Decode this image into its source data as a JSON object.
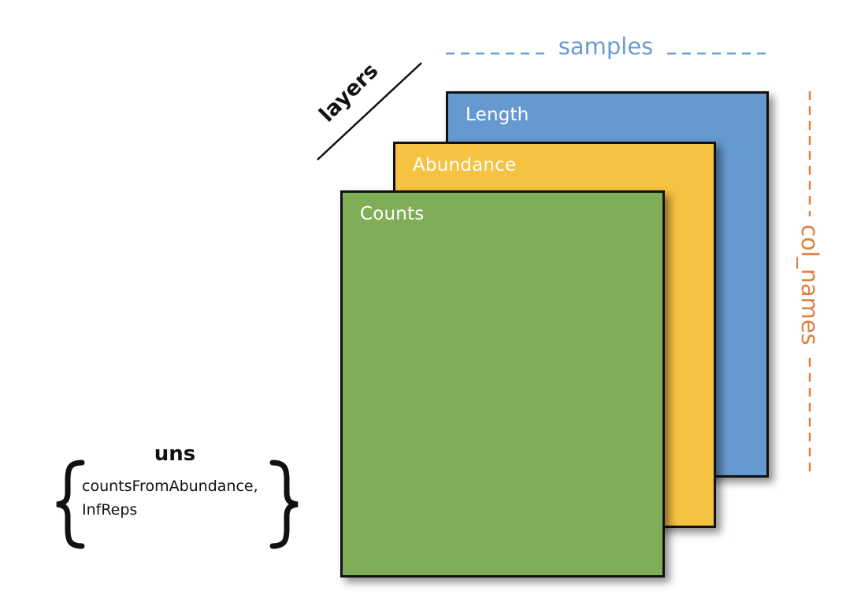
{
  "layers": [
    {
      "label": "Length",
      "color": "#6699cf"
    },
    {
      "label": "Abundance",
      "color": "#f5c242"
    },
    {
      "label": "Counts",
      "color": "#80ad57"
    }
  ],
  "axes": {
    "layers_label": "layers",
    "samples_label": "samples",
    "samples_color": "#6b9bcf",
    "col_names_label": "col_names",
    "col_names_color": "#e07f3c"
  },
  "uns": {
    "title": "uns",
    "items": [
      "countsFromAbundance,",
      "InfReps"
    ]
  }
}
